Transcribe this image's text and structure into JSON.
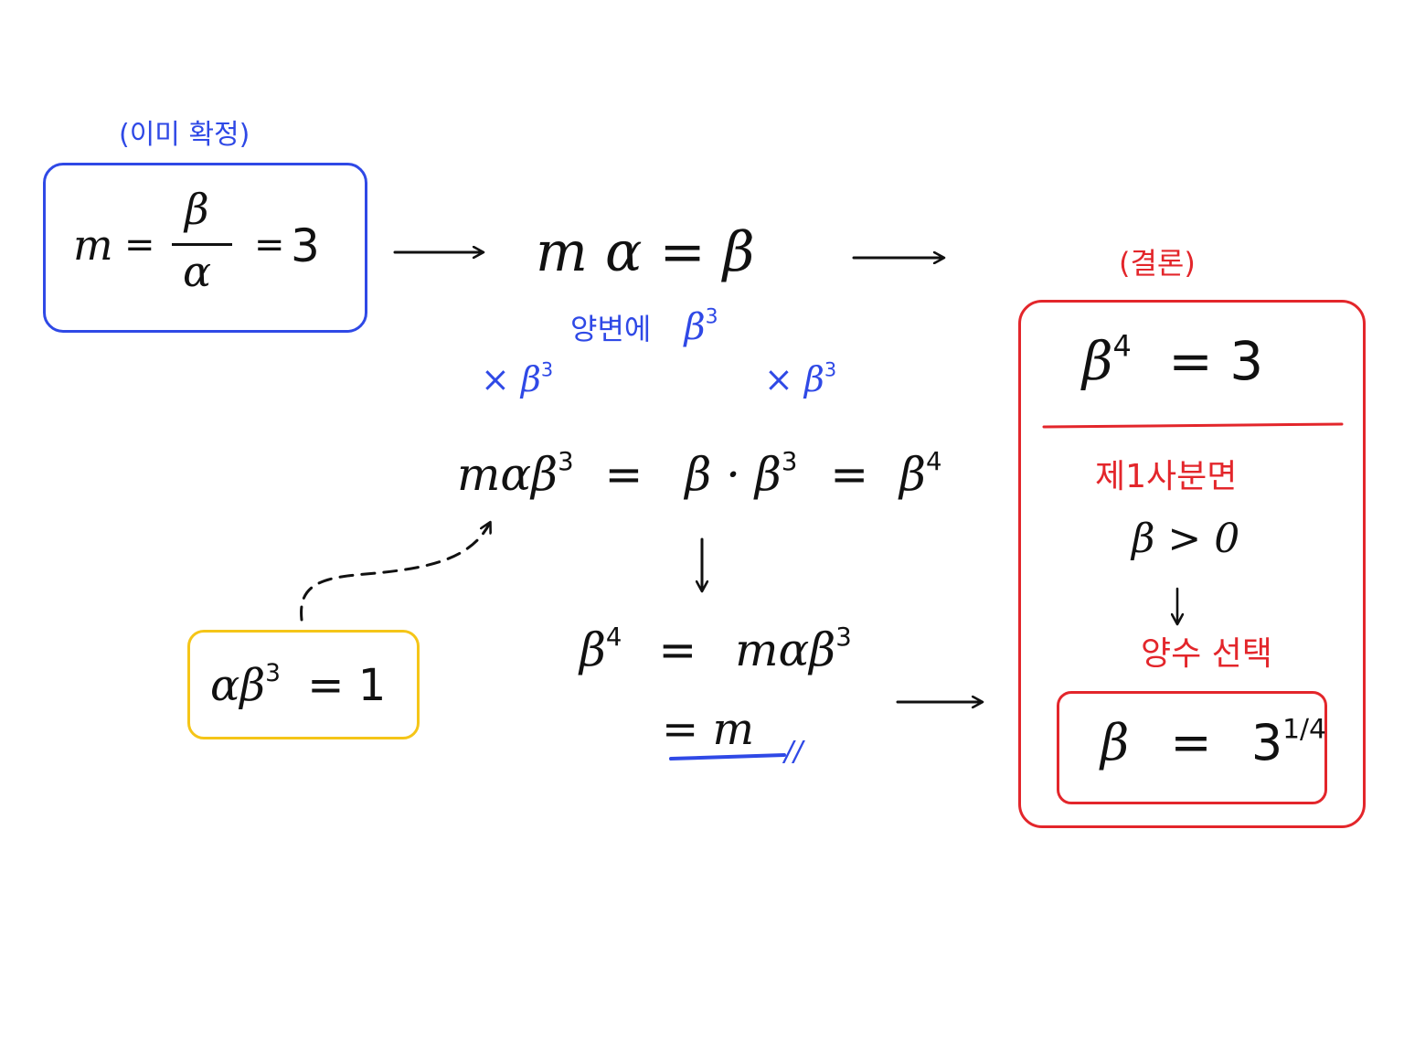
{
  "colors": {
    "blue": "#2f49e6",
    "red": "#e3262b",
    "yellow": "#f5c518",
    "ink": "#111111"
  },
  "given": {
    "note": "(이미 확정)",
    "lhs": "m",
    "eq1": "=",
    "numerator": "β",
    "denominator": "α",
    "eq2": "=",
    "value": "3"
  },
  "step1": {
    "equation": "m α  =  β"
  },
  "multiply": {
    "caption": "양변에",
    "caption_factor": "β",
    "caption_exp": "3",
    "left_label": "× β",
    "left_exp": "3",
    "right_label": "× β",
    "right_exp": "3"
  },
  "step2": {
    "a": "mαβ",
    "a_exp": "3",
    "eq1": "=",
    "b": "β · β",
    "b_exp": "3",
    "eq2": "=",
    "c": "β",
    "c_exp": "4"
  },
  "identity": {
    "lhs": "αβ",
    "lhs_exp": "3",
    "rhs": "= 1"
  },
  "step3": {
    "lhs": "β",
    "lhs_exp": "4",
    "eq": "=",
    "rhs": "mαβ",
    "rhs_exp": "3",
    "line2": "=  m",
    "mark": "//"
  },
  "conclusion": {
    "title": "(결론)",
    "lhs": "β",
    "lhs_exp": "4",
    "rhs": "=  3",
    "quadrant": "제1사분면",
    "condition": "β > 0",
    "choice": "양수 선택",
    "answer_lhs": "β",
    "answer_eq": "=",
    "answer_base": "3",
    "answer_exp": "1/4"
  }
}
